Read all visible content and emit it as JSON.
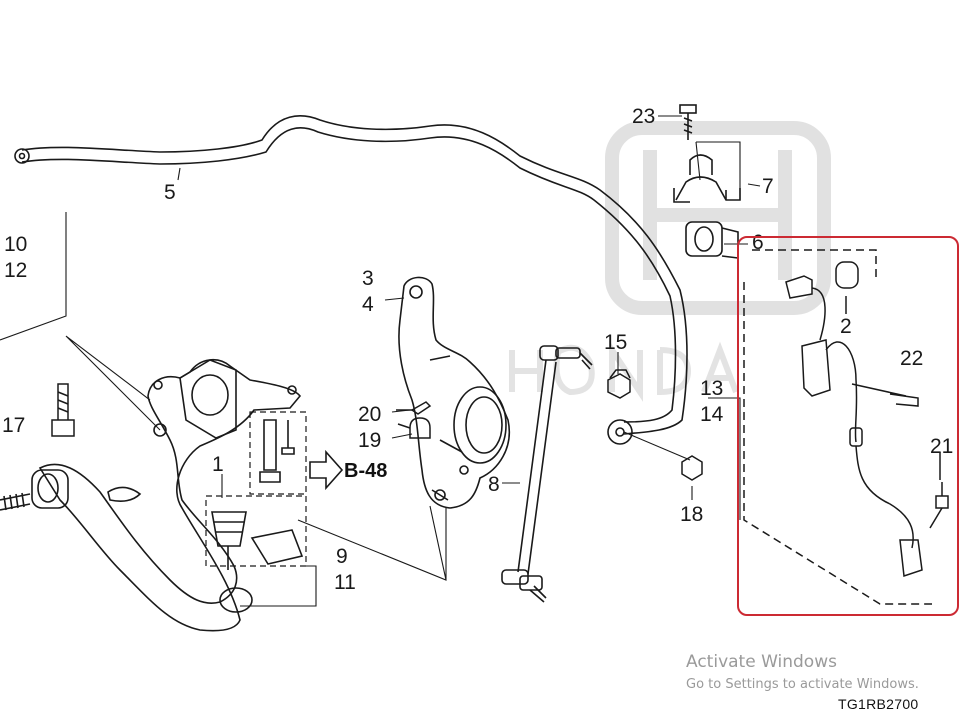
{
  "callouts": {
    "c1": "1",
    "c2": "2",
    "c3": "3",
    "c4": "4",
    "c5": "5",
    "c6": "6",
    "c7": "7",
    "c8": "8",
    "c9": "9",
    "c10": "10",
    "c11": "11",
    "c12": "12",
    "c13": "13",
    "c14": "14",
    "c15": "15",
    "c17": "17",
    "c18": "18",
    "c19": "19",
    "c20": "20",
    "c21": "21",
    "c22": "22",
    "c23": "23"
  },
  "reference": "B-48",
  "diagram_code": "TG1RB2700",
  "overlay": {
    "title": "Activate Windows",
    "subtitle": "Go to Settings to activate Windows."
  },
  "colors": {
    "line": "#1a1a1a",
    "highlight": "#cc2a33",
    "watermark": "#d6d6d6",
    "overlay_text": "#9a9a9a"
  }
}
